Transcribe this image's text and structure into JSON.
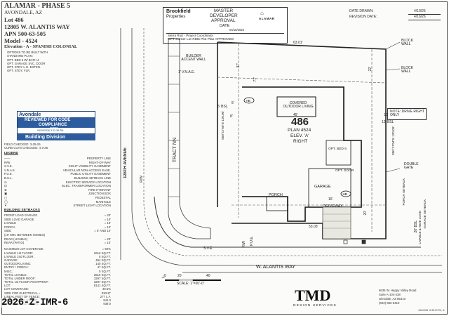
{
  "project": {
    "name": "ALAMAR - PHASE 5",
    "city": "AVONDALE, AZ",
    "lot": "Lot 486",
    "address": "12805 W. ALANTIS WAY",
    "apn": "APN 500-63-505",
    "model": "Model - 4524",
    "elevation": "Elevation - A - SPANISH COLONIAL",
    "options_heading": "OPTIONS TO BE BUILT WITH",
    "options_subheading": "STANDARD PLAN:",
    "options": [
      "OPT. BED 5 W/ BATH 4",
      "OPT. GARAGE SVC. DOOR",
      "OPT. STDY L.G. EXTEN.",
      "OPT. STDY. FLR."
    ]
  },
  "brookfield": {
    "brand_line1": "Brookfield",
    "brand_line2": "Properties",
    "approval_line1": "MASTER",
    "approval_line2": "DEVELOPER",
    "approval_line3": "APPROVAL",
    "alamar_logo": "ALAMAR",
    "date_label": "DATE",
    "date_value": "04/16/2026",
    "coordinator": "Sierra Ruiz - Project Coordinator",
    "approved_line": "OPT Corner Lot #486 Plot Plan APPROVED"
  },
  "dates": {
    "drawn_label": "DATE DRAWN:",
    "drawn_value": "4/10/26",
    "revision_label": "REVISION DATE:",
    "revision_value": "4/16/26"
  },
  "stamp": {
    "city": "Avondale",
    "line1": "REVIEWED FOR CODE",
    "line2": "COMPLIANCE",
    "reviewer": "gperez",
    "timestamp": "04/29/2026 3:21:39 PM",
    "division": "Building Division"
  },
  "field": {
    "field_checked": "FIELD CHECKED: 3-25-26",
    "curb_cuts": "CURB CUTS CHECKED: 4-3-26"
  },
  "legend": {
    "title": "LEGEND",
    "items": [
      {
        "k": "——",
        "v": "PROPERTY LINE"
      },
      {
        "k": "R/W",
        "v": "RIGHT-OF-WAY"
      },
      {
        "k": "S.V.E.",
        "v": "SIGHT VISIBILITY EASEMENT"
      },
      {
        "k": "V.N.A.E.",
        "v": "VEHICULAR NON-ACCESS EASE."
      },
      {
        "k": "P.U.E.",
        "v": "PUBLIC UTILITY EASEMENT"
      },
      {
        "k": "B.S.L.",
        "v": "BUILDING SETBACK LINE"
      },
      {
        "k": "⊙",
        "v": "ELECTRIC SERVICE LOCATION"
      },
      {
        "k": "⊡",
        "v": "ELEC. TRANSFORMER LOCATION"
      },
      {
        "k": "⊕",
        "v": "FIRE HYDRANT"
      },
      {
        "k": "▣",
        "v": "JUNCTION BOX"
      },
      {
        "k": "▢",
        "v": "PEDESTAL"
      },
      {
        "k": "◯",
        "v": "MANHOLE"
      },
      {
        "k": "✶",
        "v": "STREET LIGHT LOCATION"
      }
    ]
  },
  "setbacks": {
    "title": "BUILDING SETBACKS",
    "items": [
      {
        "k": "FRONT LOAD GARAGE",
        "v": "= 20'"
      },
      {
        "k": "SIDE LOAD GARAGE",
        "v": "= 10'"
      },
      {
        "k": "LIVABLE",
        "v": "= 10'"
      },
      {
        "k": "PORCH",
        "v": "= 10'"
      },
      {
        "k": "SIDE",
        "v": "= 5' AND 10'"
      },
      {
        "k": "(10' MIN. BETWEEN HOMES)",
        "v": ""
      },
      {
        "k": "REAR (LIVABLE)",
        "v": "= 20'"
      },
      {
        "k": "REAR (PATIO)",
        "v": "= 10'"
      }
    ],
    "max_coverage": "MAXIMUM LOT COVERAGE",
    "max_coverage_value": "= 50%"
  },
  "areas": {
    "items": [
      {
        "k": "LIVABLE 1st FLOOR:",
        "v": "2616 SQ.FT."
      },
      {
        "k": "LIVABLE 2nd FLOOR:",
        "v": "0 SQ.FT."
      },
      {
        "k": "GARAGE:",
        "v": "494 SQ.FT."
      },
      {
        "k": "OUTDOOR LIVING:",
        "v": "140 SQ.FT."
      },
      {
        "k": "ENTRY / PORCH:",
        "v": "47 SQ.FT."
      },
      {
        "k": "MISC.:",
        "v": "0 SQ.FT."
      }
    ],
    "totals": [
      {
        "k": "TOTAL LIVABLE:",
        "v": "2616 SQ.FT."
      },
      {
        "k": "TOTAL UNDER ROOF:",
        "v": "3297 SQ.FT."
      },
      {
        "k": "TOTAL 1st FLOOR FOOTPRINT:",
        "v": "3297 SQ.FT."
      },
      {
        "k": "LOT:",
        "v": "8141 SQ.FT."
      },
      {
        "k": "LOT COVERAGE:",
        "v": "40.5%"
      }
    ],
    "electrical": [
      {
        "k": "SIDE FOR ELECTRICAL =",
        "v": "RIGHT"
      },
      {
        "k": "LINEAL FEET OF FENCE:",
        "v": "277 L.F."
      },
      {
        "k": "FINISH FLOOR HEIGHT:",
        "v": "941.0"
      },
      {
        "k": "FINISH PAD ELEVATION:",
        "v": "939.0"
      }
    ]
  },
  "plan": {
    "street_vertical": "128TH AVENUE",
    "street_bottom": "W. ALANTIS WAY",
    "tract": "TRACT NN",
    "lot_number": "486",
    "plan_label": "PLAN 4524",
    "elev_label": "ELEV. 'A'",
    "hand_label": "RIGHT",
    "covered_outdoor": "COVERED OUTDOOR LIVING",
    "opt_bed5": "OPT. BED 5",
    "opt_door": "OPT. DOOR",
    "garage": "GARAGE",
    "porch": "PORCH",
    "driveway": "DRIVEWAY",
    "builder_wall": "BUILDER ACCENT WALL",
    "vnae": "1' V.N.A.E.",
    "block_wall_1": "BLOCK WALL",
    "block_wall_2": "BLOCK WALL",
    "double_gate": "DOUBLE GATE",
    "note_drive": "NOTE: DRIVE RIGHT ONLY",
    "dim_top": "63.01'",
    "dim_bottom": "53.03'",
    "dim_5bsl": "5' BSL",
    "dim_10bsl": "10' BSL",
    "dim_45": "45'",
    "dim_5": "5'",
    "dim_10": "10'",
    "dim_8": "8'",
    "dim_16": "16'",
    "dim_20bsl": "20' BSL",
    "bearing_left": "S00°17'56\"E 120.00'",
    "bearing_right": "S00°17'04\"E 120.00'",
    "dim_77": "77'",
    "dim_37": "37'",
    "dim_20": "20'",
    "dim_22": "22'",
    "porch_setback": "PORCH SETBACK",
    "garage_setback": "GARAGE SETBACK",
    "livable_side_load": "LIVABLE & SIDE LOAD",
    "sve": "S.V.E.",
    "rw_left": "R/W",
    "rw_bottom": "R/W",
    "pue": "P.U.E."
  },
  "scale": {
    "ticks": [
      "0",
      "20",
      "40"
    ],
    "label": "SCALE: 1\"=20'-0\""
  },
  "tmd": {
    "logo": "TMD",
    "tagline": "DESIGN SERVICES",
    "addr1": "6635 W. Happy Valley Road",
    "addr2": "Suite A-104-438",
    "addr3": "Glendale, AZ 85310",
    "phone": "(602) 882-5419",
    "printed": "4/16/2026 12:38:23 PM, JL"
  },
  "overlay": {
    "text": "2026-Z-IMR-6"
  }
}
